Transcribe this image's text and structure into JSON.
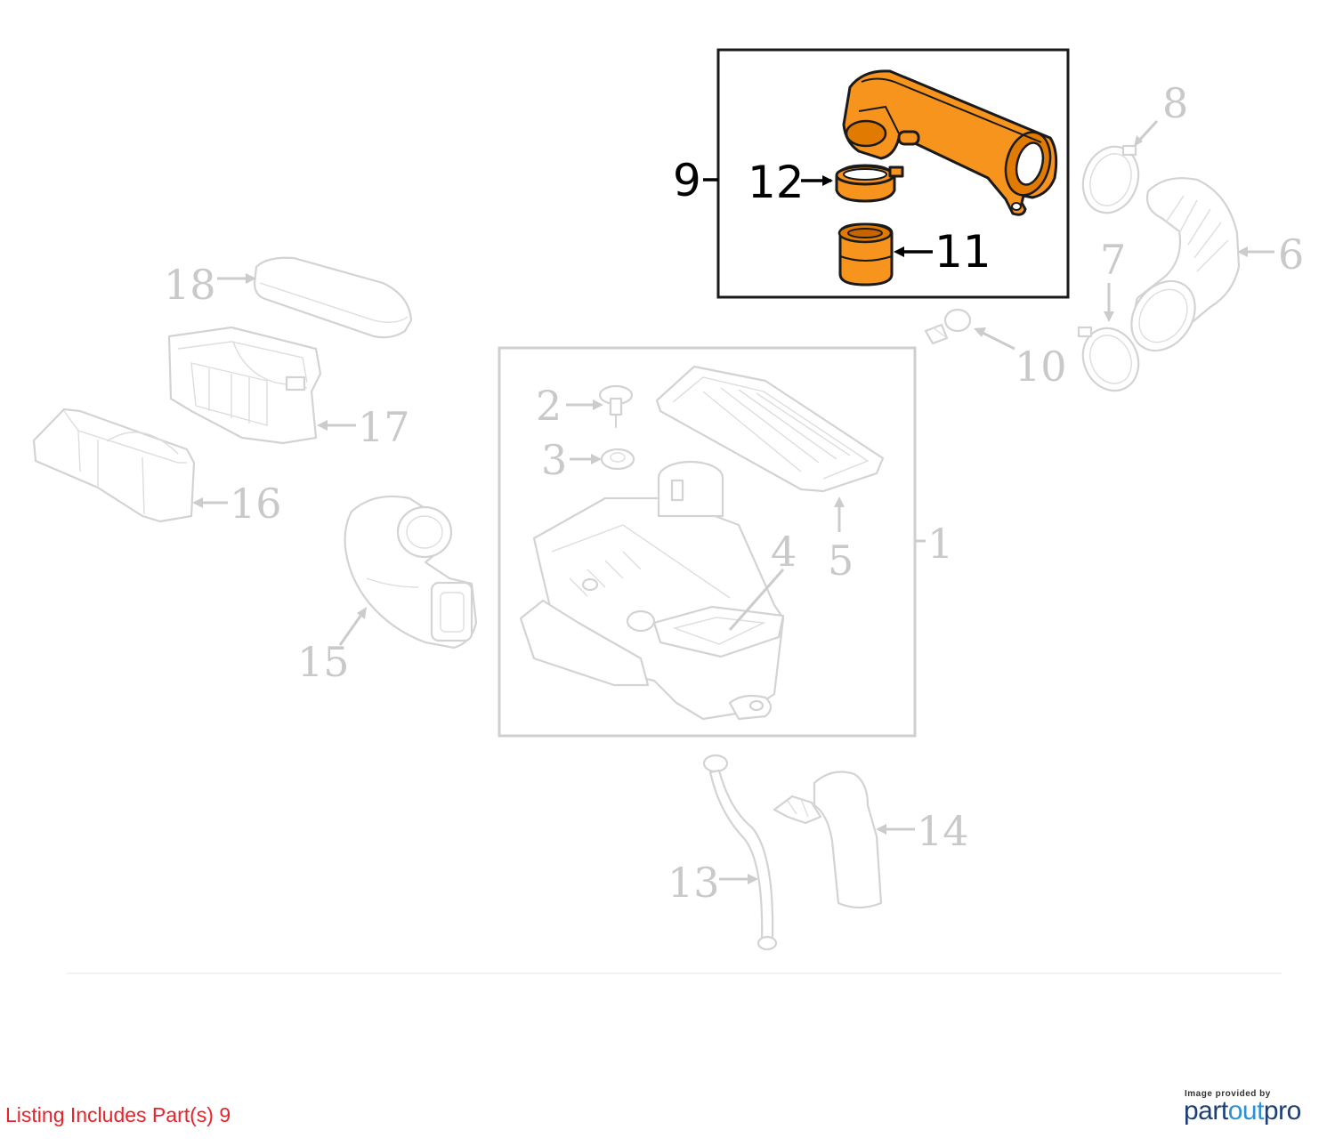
{
  "diagram": {
    "highlighted_parts": [
      "9",
      "11",
      "12"
    ],
    "callouts": {
      "c1": "1",
      "c2": "2",
      "c3": "3",
      "c4": "4",
      "c5": "5",
      "c6": "6",
      "c7": "7",
      "c8": "8",
      "c9": "9",
      "c10": "10",
      "c11": "11",
      "c12": "12",
      "c13": "13",
      "c14": "14",
      "c15": "15",
      "c16": "16",
      "c17": "17",
      "c18": "18"
    },
    "colors": {
      "highlight": "#f7941d",
      "ghost": "#d3d3d3",
      "footer_text": "#e8232a"
    }
  },
  "footer": {
    "listing_text": "Listing Includes Part(s) 9",
    "credit_small": "Image provided by",
    "brand_part1": "part",
    "brand_part2": "out",
    "brand_part3": "pro"
  }
}
